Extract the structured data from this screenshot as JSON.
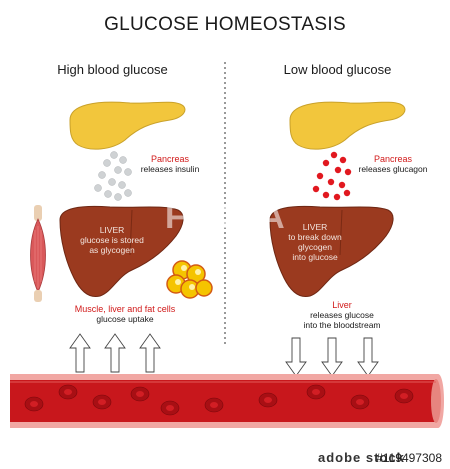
{
  "title": "GLUCOSE HOMEOSTASIS",
  "left": {
    "heading": "High blood glucose",
    "pancreas_label": "Pancreas",
    "pancreas_sub": "releases insulin",
    "liver_line1": "LIVER",
    "liver_line2": "glucose is stored",
    "liver_line3": "as glycogen",
    "uptake_label": "Muscle, liver and fat cells",
    "uptake_sub": "glucose uptake"
  },
  "right": {
    "heading": "Low blood glucose",
    "pancreas_label": "Pancreas",
    "pancreas_sub": "releases glucagon",
    "liver_line1": "LIVER",
    "liver_line2": "to break down",
    "liver_line3": "glycogen",
    "liver_line4": "into glucose",
    "release_label": "Liver",
    "release_sub1": "releases glucose",
    "release_sub2": "into the bloodstream"
  },
  "watermark": "FIXTA",
  "footer": {
    "logo": "adobe stock",
    "stock_id": "#119497308"
  },
  "colors": {
    "pancreas": "#f2c63c",
    "liver": "#9b3a1f",
    "blood": "#c8171c",
    "vessel": "#f1a7a3",
    "insulin": "#cfd2d4",
    "glucagon": "#e1181f",
    "fat": "#f5c400"
  }
}
